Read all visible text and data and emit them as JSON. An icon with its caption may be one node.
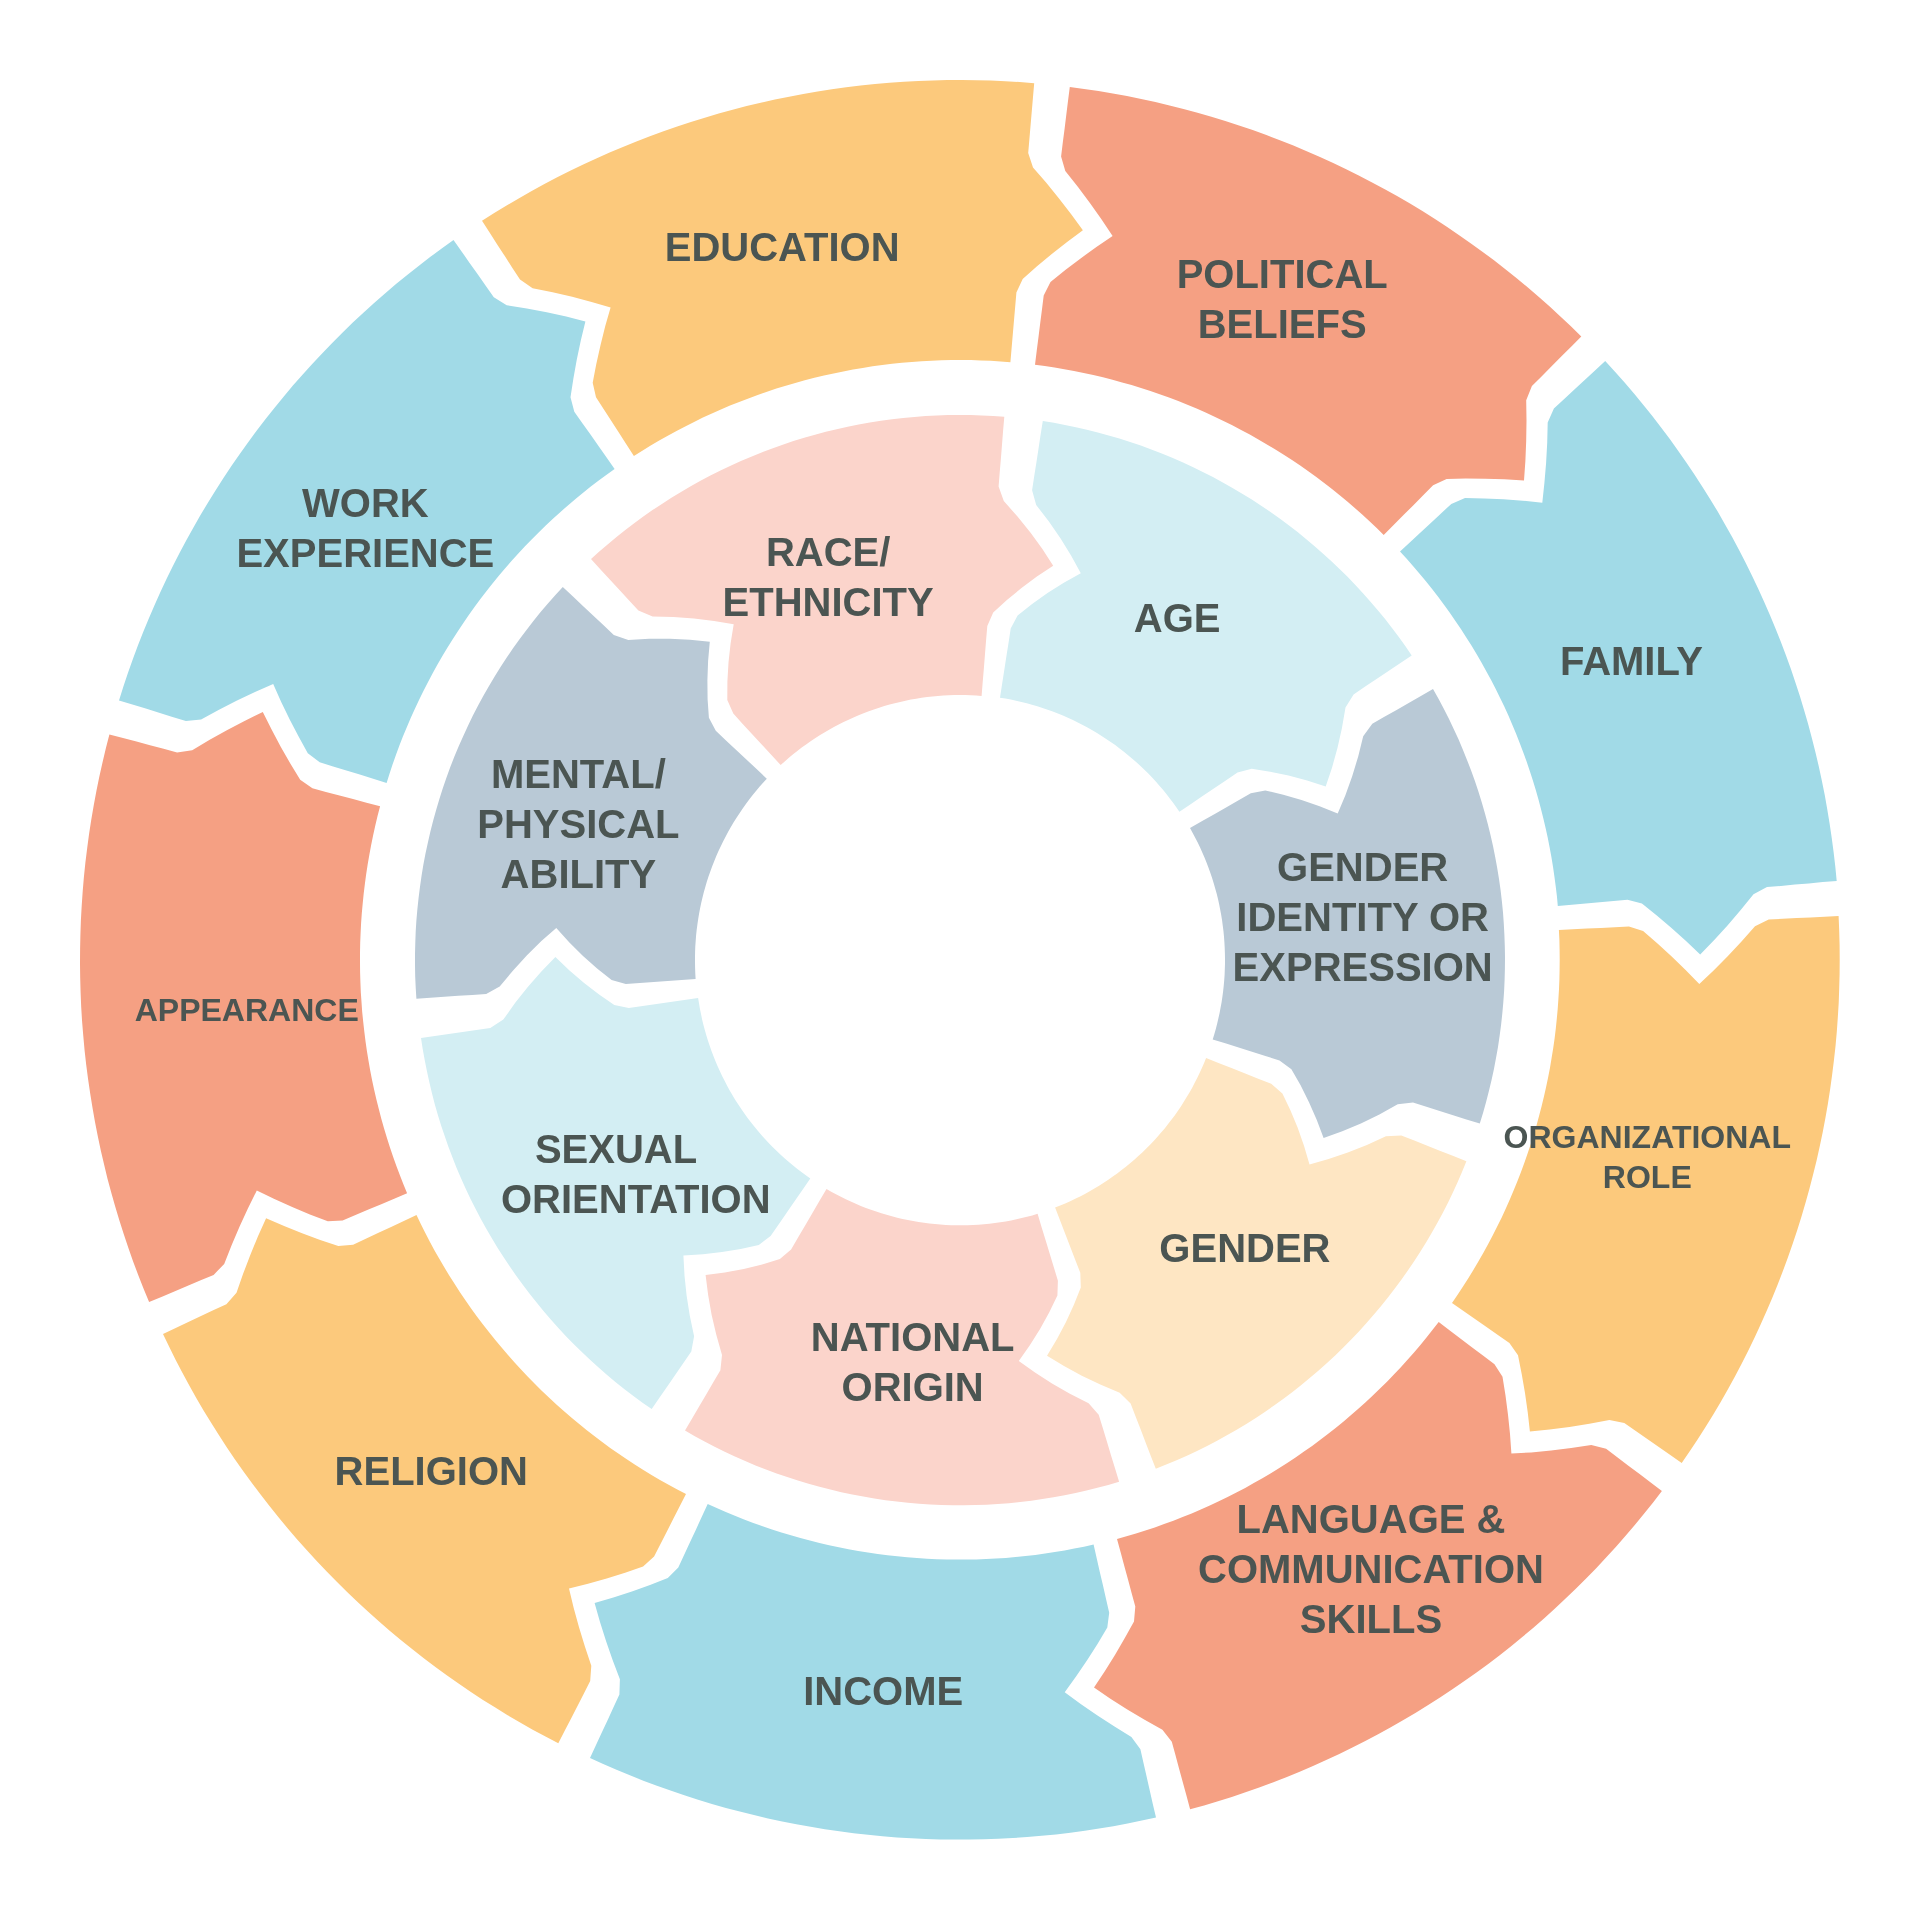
{
  "diagram": {
    "nodes": [
      {
        "text": [
          "EDUCATION"
        ]
      },
      {
        "text": [
          "POLITICAL BELIEFS"
        ]
      },
      {
        "text": [
          "FAMILY"
        ]
      },
      {
        "text": [
          "ORGANIZATIONAL ROLE"
        ]
      },
      {
        "text": [
          "LANGUAGE & COMMUNICATION SKILLS"
        ]
      },
      {
        "text": [
          "INCOME"
        ]
      },
      {
        "text": [
          "RELIGION"
        ]
      },
      {
        "text": [
          "APPEARANCE"
        ]
      },
      {
        "text": [
          "WORK EXPERIENCE"
        ]
      },
      {
        "text": [
          "RACE/ ETHNICITY"
        ]
      },
      {
        "text": [
          "AGE"
        ]
      },
      {
        "text": [
          "GENDER IDENTITY OR EXPRESSION"
        ]
      },
      {
        "text": [
          "GENDER"
        ]
      },
      {
        "text": [
          "NATIONAL ORIGIN"
        ]
      },
      {
        "text": [
          "SEXUAL ORIENTATION"
        ]
      },
      {
        "text": [
          "MENTAL/ PHYSICAL ABILITY"
        ]
      }
    ]
  }
}
